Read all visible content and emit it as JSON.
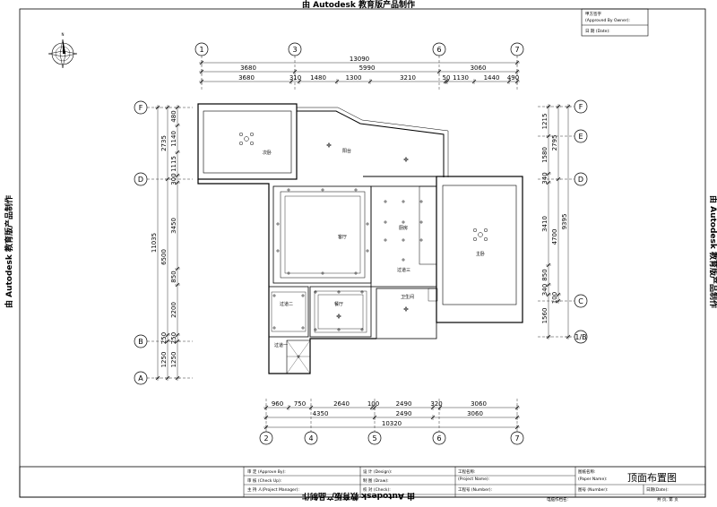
{
  "watermark": "由 Autodesk 教育版产品制作",
  "title_block": {
    "approval_signature": "甲方签字",
    "approval_signature_en": "(Approved By Owner):",
    "date_label": "日  期 (Date):",
    "approve": "审  定 (Approve By):",
    "check": "审  核 (Check Up):",
    "manager": "主 持 人(Project Manager):",
    "design": "设 计 (Design):",
    "draw": "制 图 (Draw):",
    "verify": "校 对 (Check):",
    "project_name": "工程名称:",
    "project_name_en": "(Project Name):",
    "project_no": "工程号 (Number):",
    "drawing_name": "图纸名称:",
    "drawing_name_en": "(Paper Name):",
    "drawing_no": "图号 (Number):",
    "date2": "日期(Date):",
    "drawing_title": "顶面布置图",
    "file_name": "电脑作档名:",
    "total_pages": "共 页,  第 页"
  },
  "axes": {
    "top": [
      "1",
      "3",
      "6",
      "7"
    ],
    "bottom": [
      "2",
      "4",
      "5",
      "6",
      "7"
    ],
    "left": [
      "F",
      "D",
      "B",
      "A"
    ],
    "right": [
      "F",
      "E",
      "D",
      "C",
      "1/B"
    ]
  },
  "dims_top": {
    "overall": "13090",
    "row2": [
      "3680",
      "5990",
      "3060"
    ],
    "row3": [
      "3680",
      "310",
      "1480",
      "1300",
      "3210",
      "50",
      "1130",
      "1440",
      "490"
    ]
  },
  "dims_bottom": {
    "row1": [
      "960",
      "750",
      "2640",
      "100",
      "2490",
      "320",
      "3060"
    ],
    "row2": [
      "4350",
      "2490",
      "3060"
    ],
    "overall": "10320"
  },
  "dims_left": {
    "inner": [
      "480",
      "1140",
      "1115",
      "300",
      "3450",
      "850",
      "2200",
      "250",
      "1250"
    ],
    "mid": [
      "2735",
      "6500",
      "250",
      "1250"
    ],
    "overall": "11035"
  },
  "dims_right": {
    "inner": [
      "1215",
      "1580",
      "340",
      "3410",
      "850",
      "340",
      "1560"
    ],
    "mid": [
      "2795",
      "4700",
      "100"
    ],
    "overall": "9395"
  },
  "rooms": {
    "bedroom2": "次卧",
    "balcony": "阳台",
    "living": "客厅",
    "kitchen": "厨房",
    "master": "主卧",
    "corridor1": "过道一",
    "corridor2": "过道二",
    "corridor3": "过道三",
    "dining": "餐厅",
    "bathroom": "卫生间"
  }
}
